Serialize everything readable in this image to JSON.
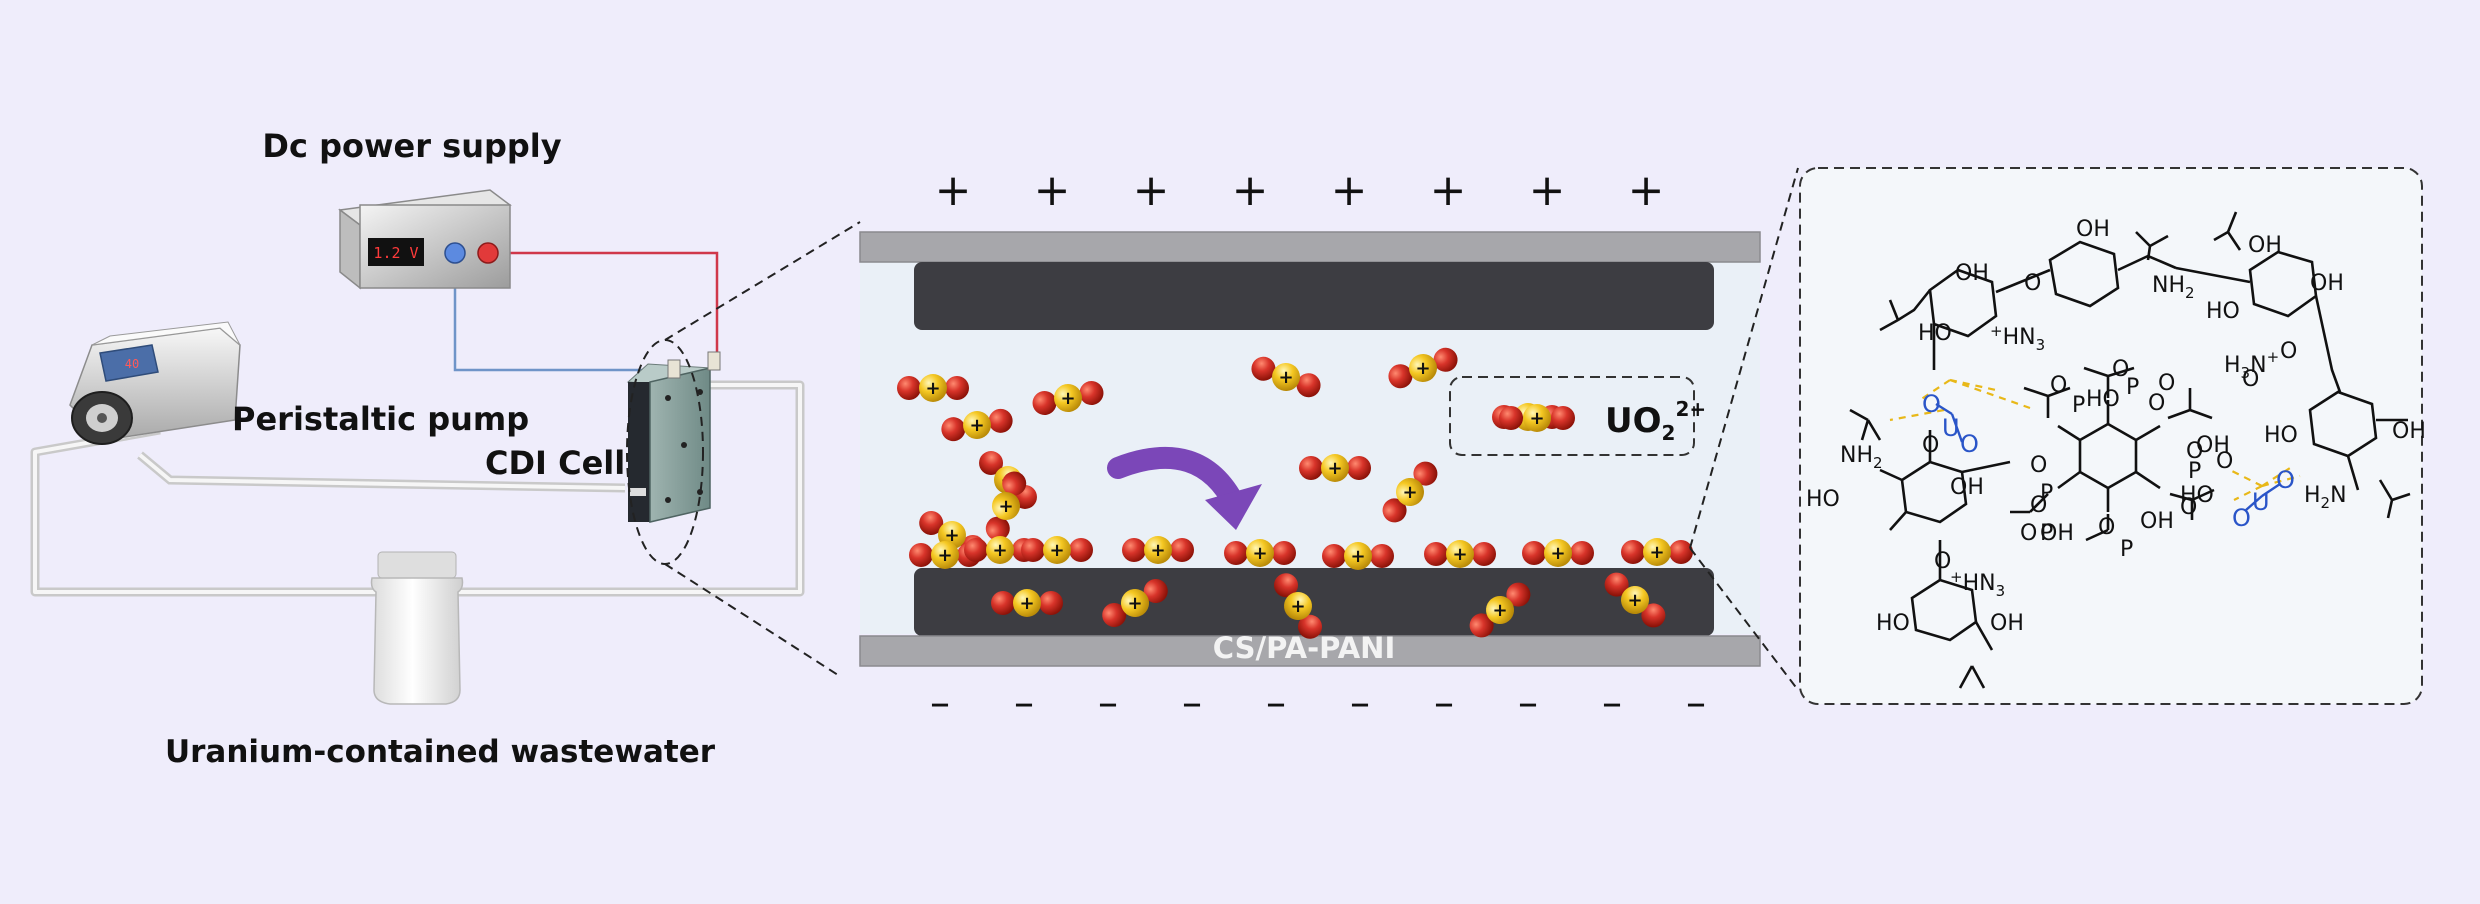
{
  "labels": {
    "dc_power_supply": "Dc power supply",
    "voltage_display": "1.2 V",
    "pump_display": "40",
    "peristaltic_pump": "Peristaltic pump",
    "cdi_cell": "CDI Cell",
    "wastewater": "Uranium-contained wastewater",
    "electrode_material": "CS/PA-PANI",
    "uranyl_ion": "UO",
    "uranyl_sub": "2",
    "uranyl_sup": "2+"
  },
  "electrode_signs": {
    "positive": "+",
    "negative": "–"
  },
  "chemistry": {
    "OH": "OH",
    "HO": "HO",
    "NH2": "NH",
    "NH3": "HN",
    "H3N": "H",
    "O": "O",
    "P": "P",
    "U": "U",
    "H2N": "H",
    "sub2": "2",
    "sub3": "3",
    "plus": "+"
  },
  "colors": {
    "background": "#efedfb",
    "electrode_dark": "#3d3d42",
    "current_collector": "#a7a7ab",
    "oxygen_atom": "#c8281c",
    "uranium_atom": "#f0c21a",
    "arrow": "#7b47b8",
    "bond_blue": "#2a55c8",
    "hydrogen_bond": "#e8b818"
  }
}
